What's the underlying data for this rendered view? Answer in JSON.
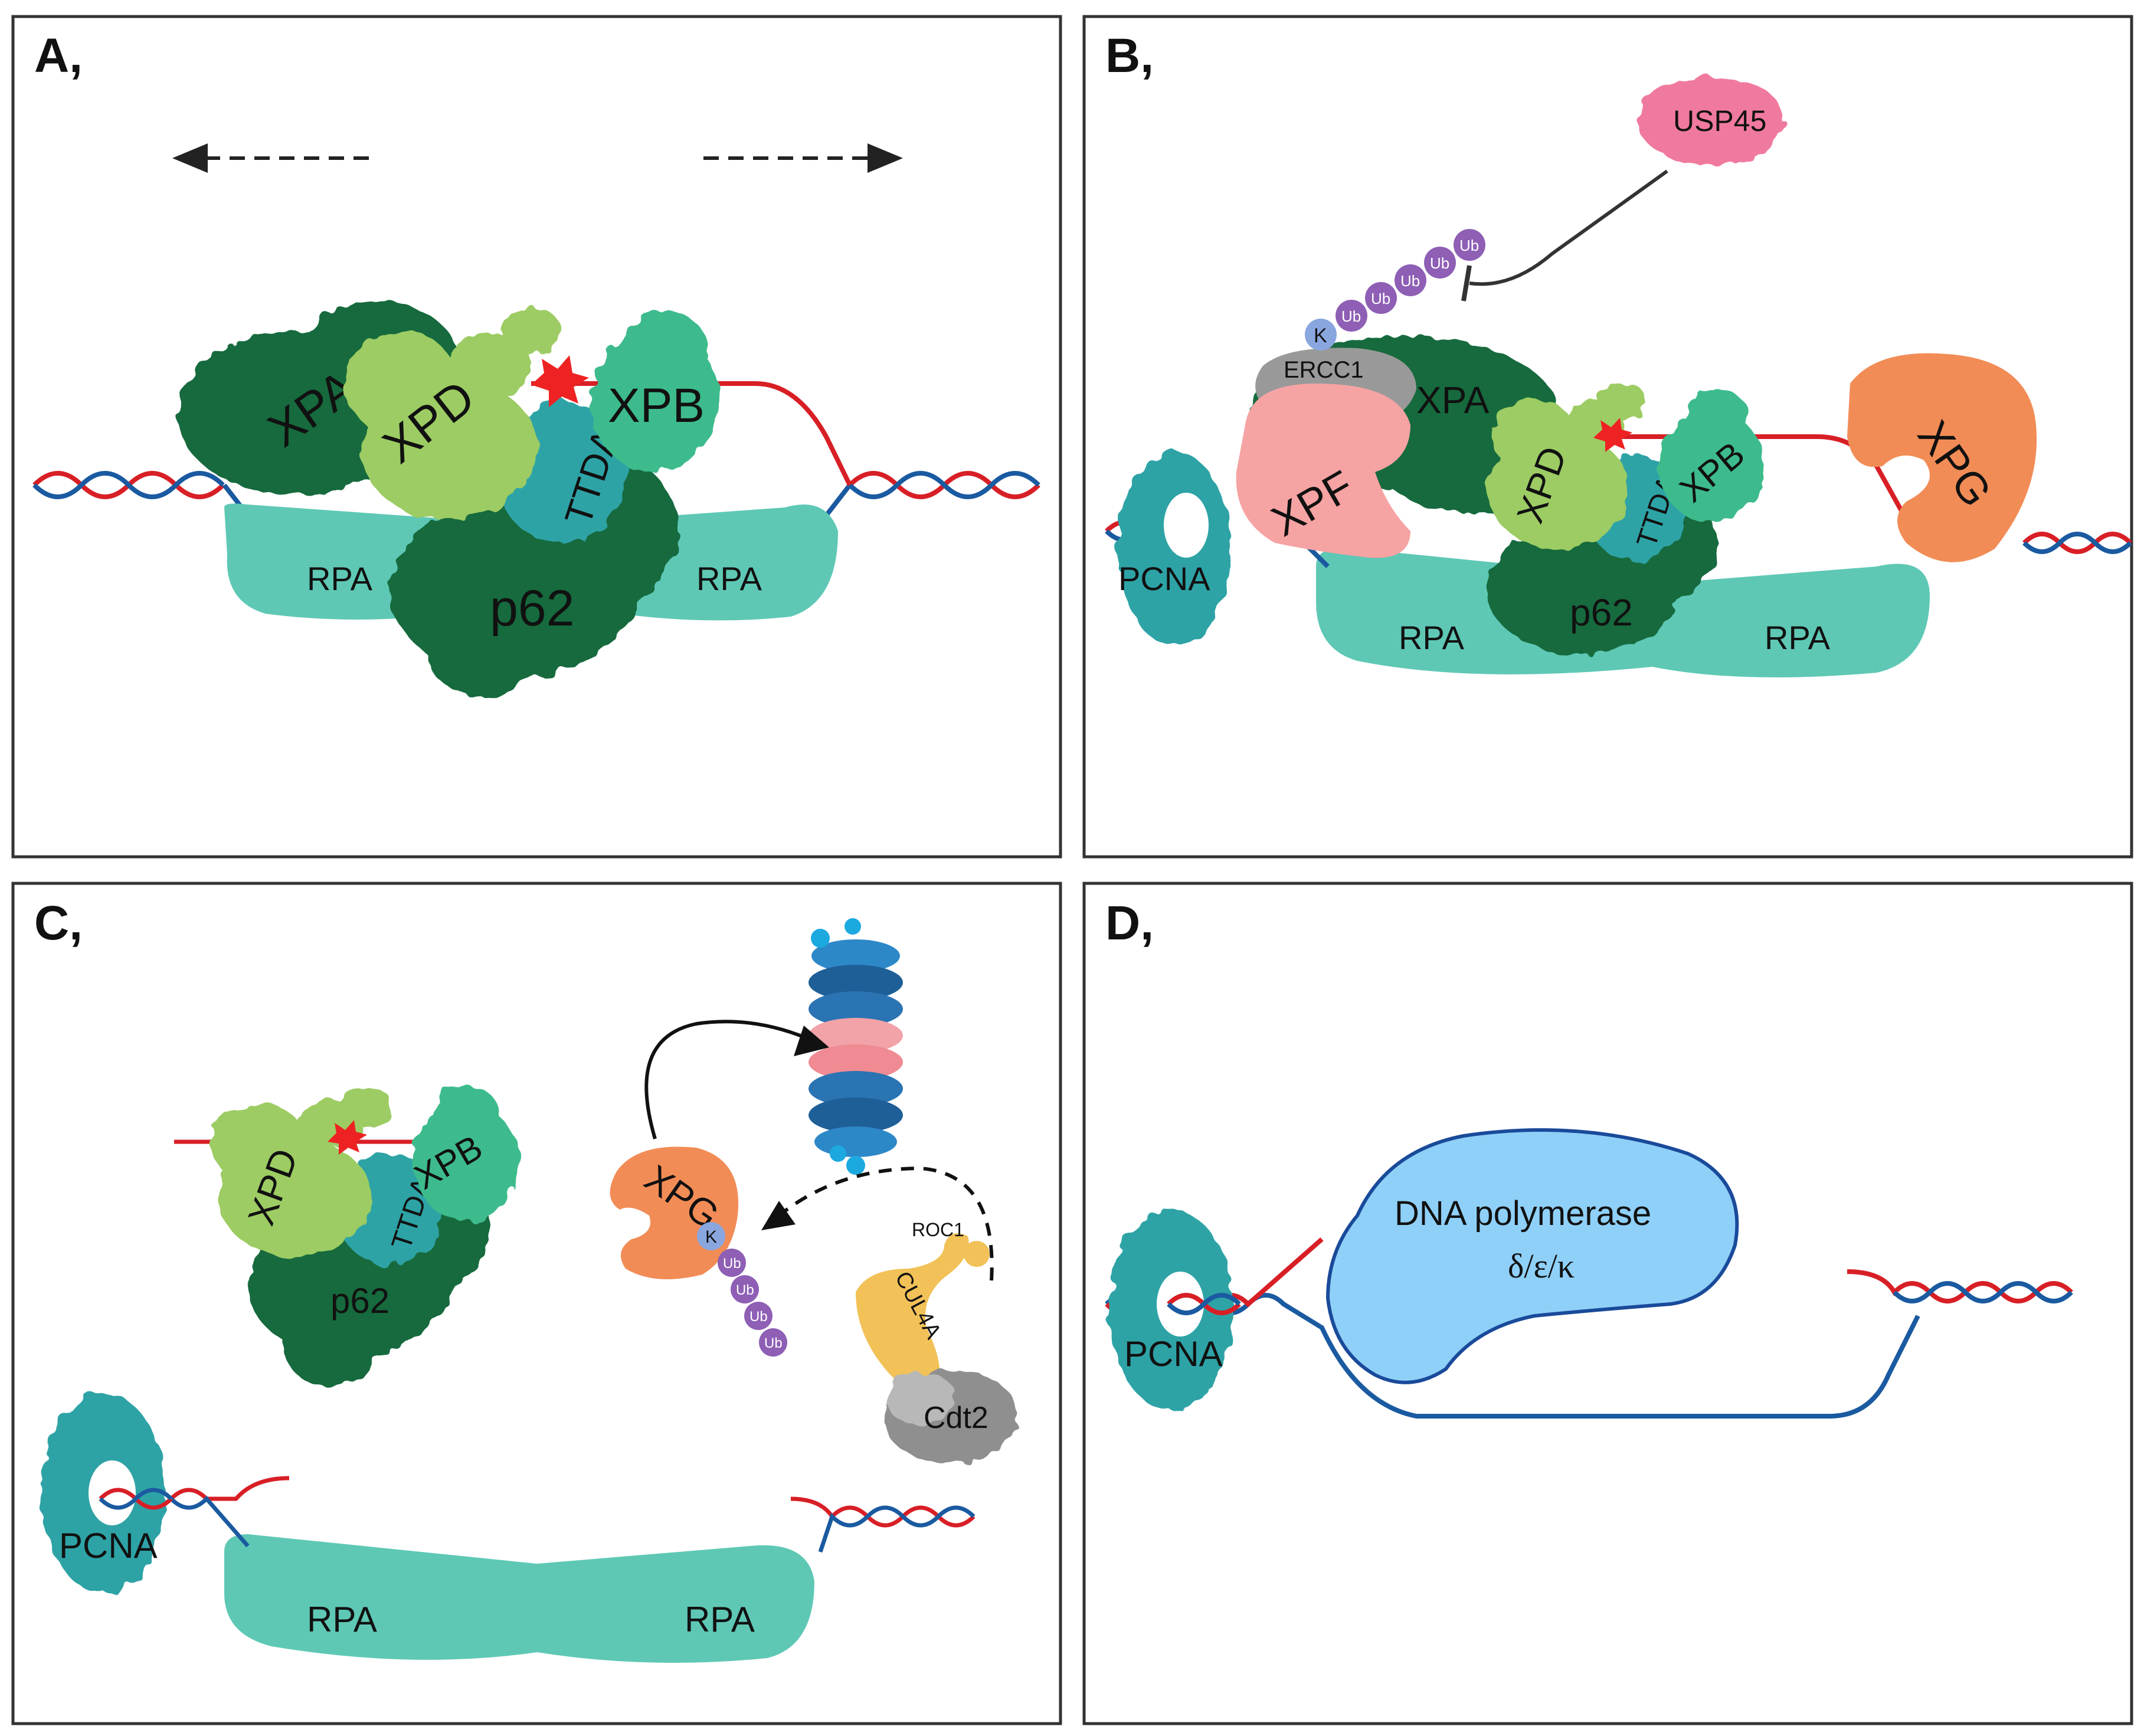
{
  "panels": {
    "a": {
      "letter": "A,",
      "labels": {
        "xpa": "XPA",
        "xpd": "XPD",
        "xpb": "XPB",
        "ttda": "TTDA",
        "p62": "p62",
        "rpa_left": "RPA",
        "rpa_right": "RPA"
      }
    },
    "b": {
      "letter": "B,",
      "labels": {
        "usp45": "USP45",
        "lys": "K",
        "ub1": "Ub",
        "ub2": "Ub",
        "ub3": "Ub",
        "ub4": "Ub",
        "ub5": "Ub",
        "ercc1": "ERCC1",
        "xpa": "XPA",
        "xpf": "XPF",
        "pcna": "PCNA",
        "xpd": "XPD",
        "ttda": "TTDA",
        "xpb": "XPB",
        "p62": "p62",
        "xpg": "XPG",
        "rpa_left": "RPA",
        "rpa_right": "RPA"
      }
    },
    "c": {
      "letter": "C,",
      "labels": {
        "xpd": "XPD",
        "xpb": "XPB",
        "ttda": "TTDA",
        "p62": "p62",
        "xpg": "XPG",
        "lys": "K",
        "ub1": "Ub",
        "ub2": "Ub",
        "ub3": "Ub",
        "ub4": "Ub",
        "roc1": "ROC1",
        "cul4a": "CUL4A",
        "cdt2": "Cdt2",
        "pcna": "PCNA",
        "rpa_left": "RPA",
        "rpa_right": "RPA"
      }
    },
    "d": {
      "letter": "D,",
      "labels": {
        "pcna": "PCNA",
        "polymerase": "DNA polymerase",
        "polymerase_types": "δ/ε/κ"
      }
    }
  },
  "colors": {
    "dna_red": "#d81f26",
    "dna_blue": "#1a5aa0",
    "dark_green": "#136b3e",
    "light_green": "#9ccc63",
    "teal": "#2fa3a6",
    "mid_green": "#3dbb8c",
    "rpa": "#5ec8b5",
    "pink": "#f6a3a3",
    "orange": "#f28c56",
    "gray": "#999999",
    "purple": "#8e5fb5",
    "lysine_blue": "#8aa6df",
    "usp45_pink": "#f07a9e",
    "cul_yellow": "#f2c157",
    "polymerase_blue": "#8fd0f8",
    "damage_red": "#ee2222"
  },
  "icons": [
    "dna-duplex",
    "damage-star",
    "proteasome-icon",
    "ubiquitin-chain",
    "pcna-ring"
  ]
}
